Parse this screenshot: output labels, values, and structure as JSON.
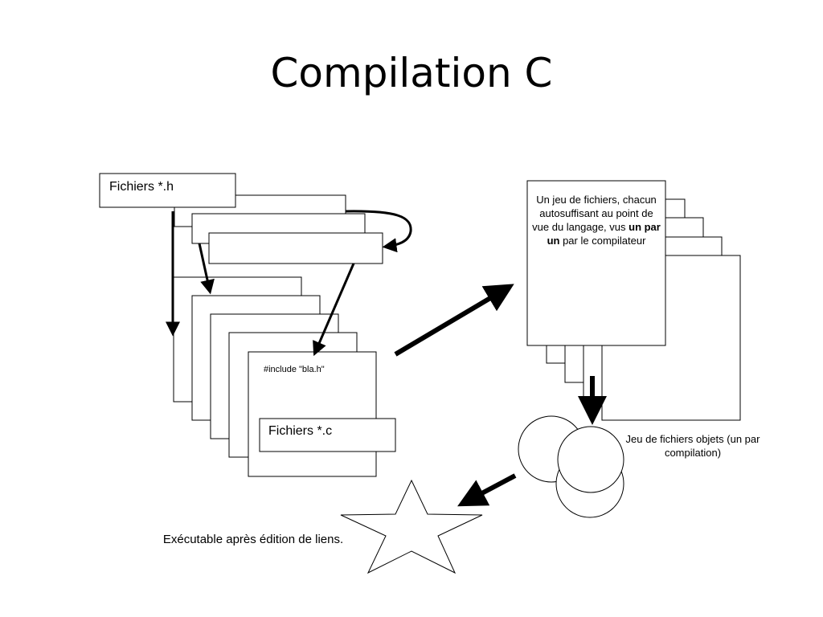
{
  "slide": {
    "title": "Compilation C"
  },
  "diagram": {
    "header_files_label": "Fichiers *.h",
    "source_files_label": "Fichiers *.c",
    "include_directive": "#include \"bla.h\"",
    "translation_units": {
      "part1": "Un jeu de fichiers, chacun autosuffisant au point de vue du langage, vus ",
      "bold": "un par un",
      "part2": " par le compilateur"
    },
    "object_files_label": "Jeu de fichiers objets (un par compilation)",
    "executable_label": "Exécutable après édition de liens."
  }
}
